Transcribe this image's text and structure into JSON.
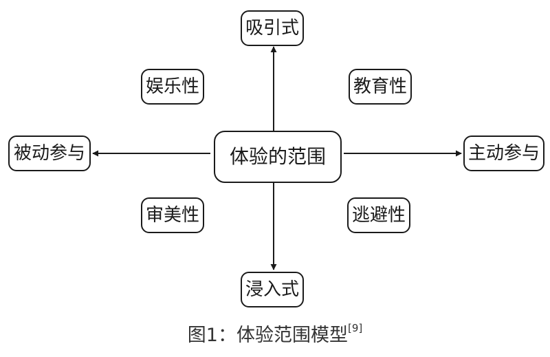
{
  "center": "体验的范围",
  "top": "吸引式",
  "bottom": "浸入式",
  "left": "被动参与",
  "right": "主动参与",
  "top_left": "娱乐性",
  "top_right": "教育性",
  "bottom_left": "审美性",
  "bottom_right": "逃避性",
  "caption": {
    "text": "图1：体验范围模型",
    "ref": "[9]"
  }
}
